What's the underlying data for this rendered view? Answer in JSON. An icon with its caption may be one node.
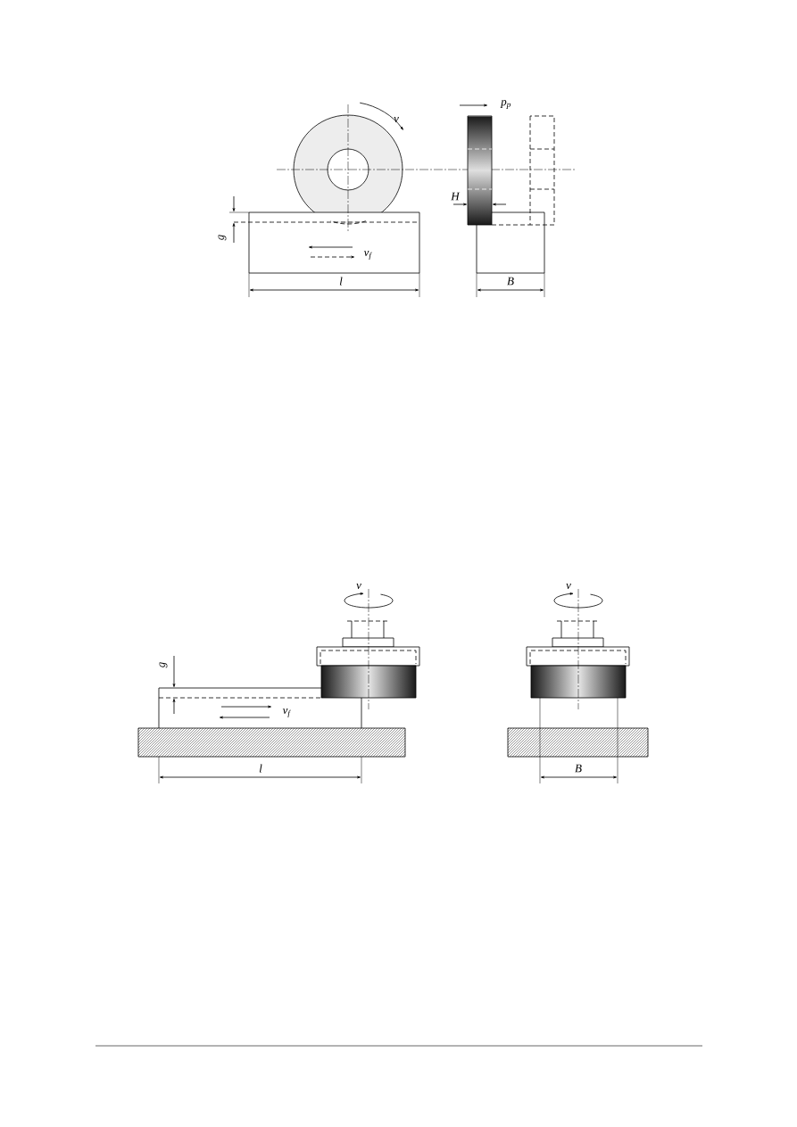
{
  "diagram": {
    "labels": [
      "v",
      "p$_{p}$",
      "H",
      "g",
      "v$_{f}$",
      "l",
      "B",
      "v",
      "v",
      "g",
      "v$_{f}$",
      "l",
      "B"
    ]
  }
}
